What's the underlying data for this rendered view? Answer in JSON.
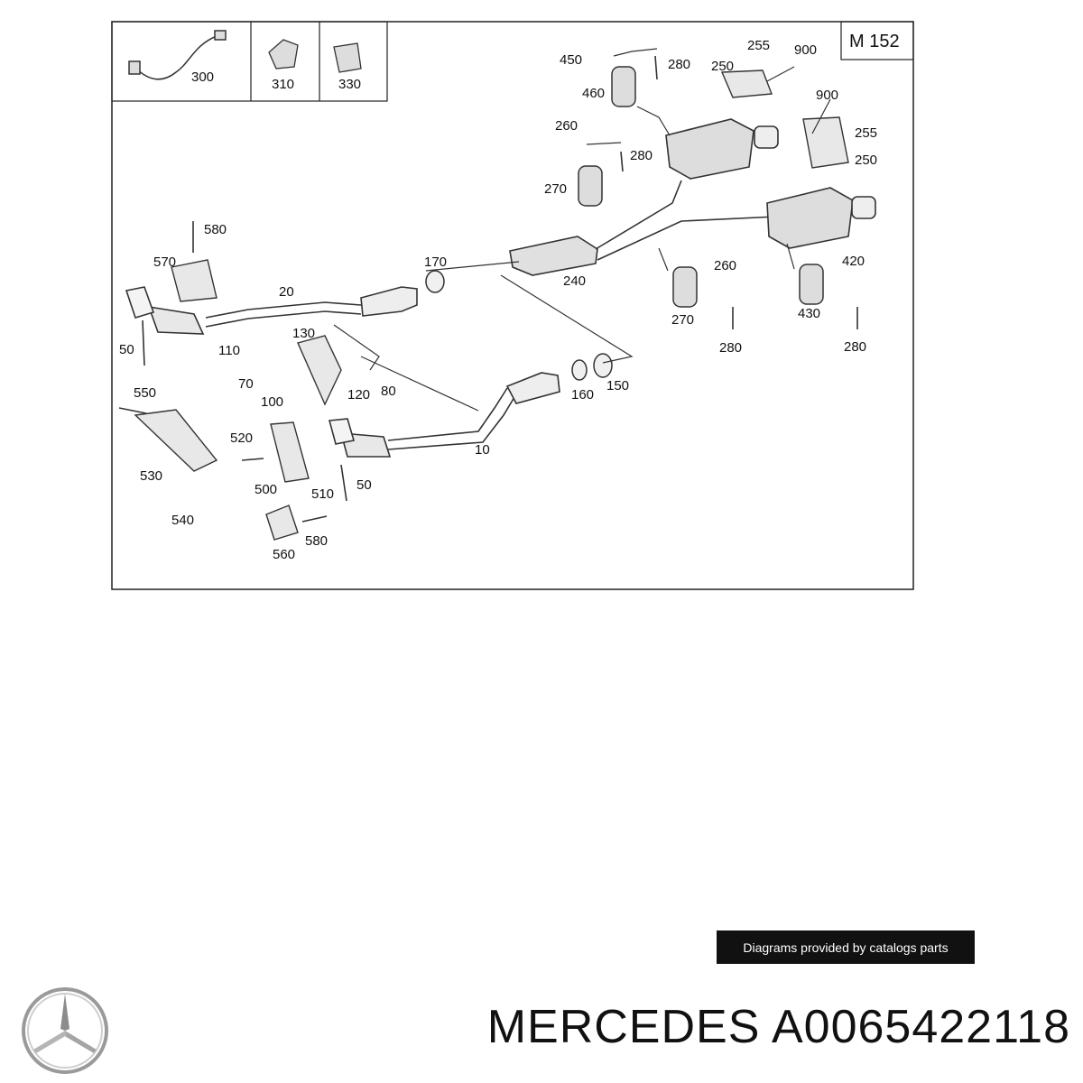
{
  "diagram": {
    "model_code": "M 152",
    "inset_parts": [
      "300",
      "310",
      "330"
    ],
    "callouts": {
      "p450": "450",
      "p460": "460",
      "p280a": "280",
      "p255a": "255",
      "p900a": "900",
      "p250a": "250",
      "p900b": "900",
      "p255b": "255",
      "p250b": "250",
      "p260a": "260",
      "p280b": "280",
      "p270a": "270",
      "p580a": "580",
      "p570": "570",
      "p20": "20",
      "p170": "170",
      "p240": "240",
      "p260b": "260",
      "p420": "420",
      "p270b": "270",
      "p430": "430",
      "p280c": "280",
      "p280d": "280",
      "p50a": "50",
      "p110": "110",
      "p130": "130",
      "p70": "70",
      "p100": "100",
      "p120": "120",
      "p80": "80",
      "p160": "160",
      "p150": "150",
      "p550": "550",
      "p530": "530",
      "p540": "540",
      "p520": "520",
      "p500": "500",
      "p510": "510",
      "p50b": "50",
      "p10": "10",
      "p580b": "580",
      "p560": "560"
    }
  },
  "footer": {
    "credit": "Diagrams provided by catalogs parts",
    "brand_icon": "mercedes-star-icon",
    "part_number": "MERCEDES A0065422118"
  }
}
